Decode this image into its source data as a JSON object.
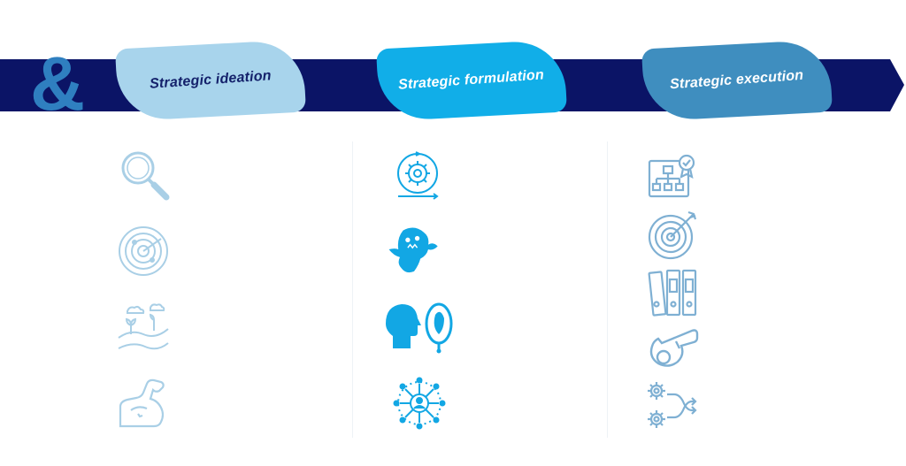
{
  "logo_symbol": "&",
  "columns": [
    {
      "title": "Strategic ideation",
      "icons": [
        "magnifying-glass-icon",
        "radar-icon",
        "landscape-growth-icon",
        "flexed-arm-icon"
      ]
    },
    {
      "title": "Strategic formulation",
      "icons": [
        "gear-cycle-icon",
        "ghost-icon",
        "head-mirror-icon",
        "network-person-icon"
      ]
    },
    {
      "title": "Strategic execution",
      "icons": [
        "org-chart-certificate-icon",
        "target-dart-icon",
        "binders-icon",
        "whistle-icon",
        "gears-arrows-icon"
      ]
    }
  ],
  "colors": {
    "band": "#0b1466",
    "tab_ideation": "#a8d4ec",
    "tab_formulation": "#11aee8",
    "tab_execution": "#3f8ebf",
    "icon_light": "#a9cfe6",
    "icon_bright": "#12a7e4",
    "icon_mid": "#7fb0d3"
  }
}
